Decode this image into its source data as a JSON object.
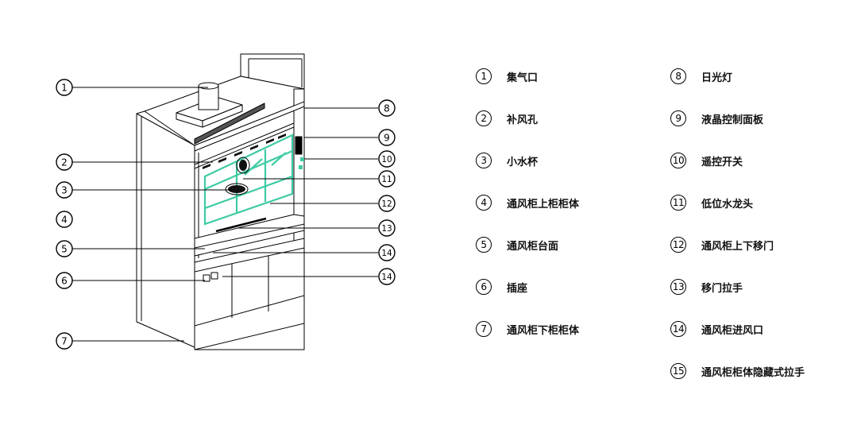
{
  "diagram": {
    "callouts_left": [
      "1",
      "2",
      "3",
      "4",
      "5",
      "6",
      "7"
    ],
    "callouts_right": [
      "8",
      "9",
      "10",
      "11",
      "12",
      "13",
      "14",
      "14"
    ]
  },
  "legend": {
    "col1": [
      {
        "num": "1",
        "label": "集气口"
      },
      {
        "num": "2",
        "label": "补风孔"
      },
      {
        "num": "3",
        "label": "小水杯"
      },
      {
        "num": "4",
        "label": "通风柜上柜柜体"
      },
      {
        "num": "5",
        "label": "通风柜台面"
      },
      {
        "num": "6",
        "label": "插座"
      },
      {
        "num": "7",
        "label": "通风柜下柜柜体"
      }
    ],
    "col2": [
      {
        "num": "8",
        "label": "日光灯"
      },
      {
        "num": "9",
        "label": "液晶控制面板"
      },
      {
        "num": "10",
        "label": "遥控开关"
      },
      {
        "num": "11",
        "label": "低位水龙头"
      },
      {
        "num": "12",
        "label": "通风柜上下移门"
      },
      {
        "num": "13",
        "label": "移门拉手"
      },
      {
        "num": "14",
        "label": "通风柜进风口"
      },
      {
        "num": "15",
        "label": "通风柜柜体隐藏式拉手"
      }
    ]
  },
  "colors": {
    "line": "#000000",
    "glass": "#3ecba4",
    "background": "#ffffff"
  }
}
